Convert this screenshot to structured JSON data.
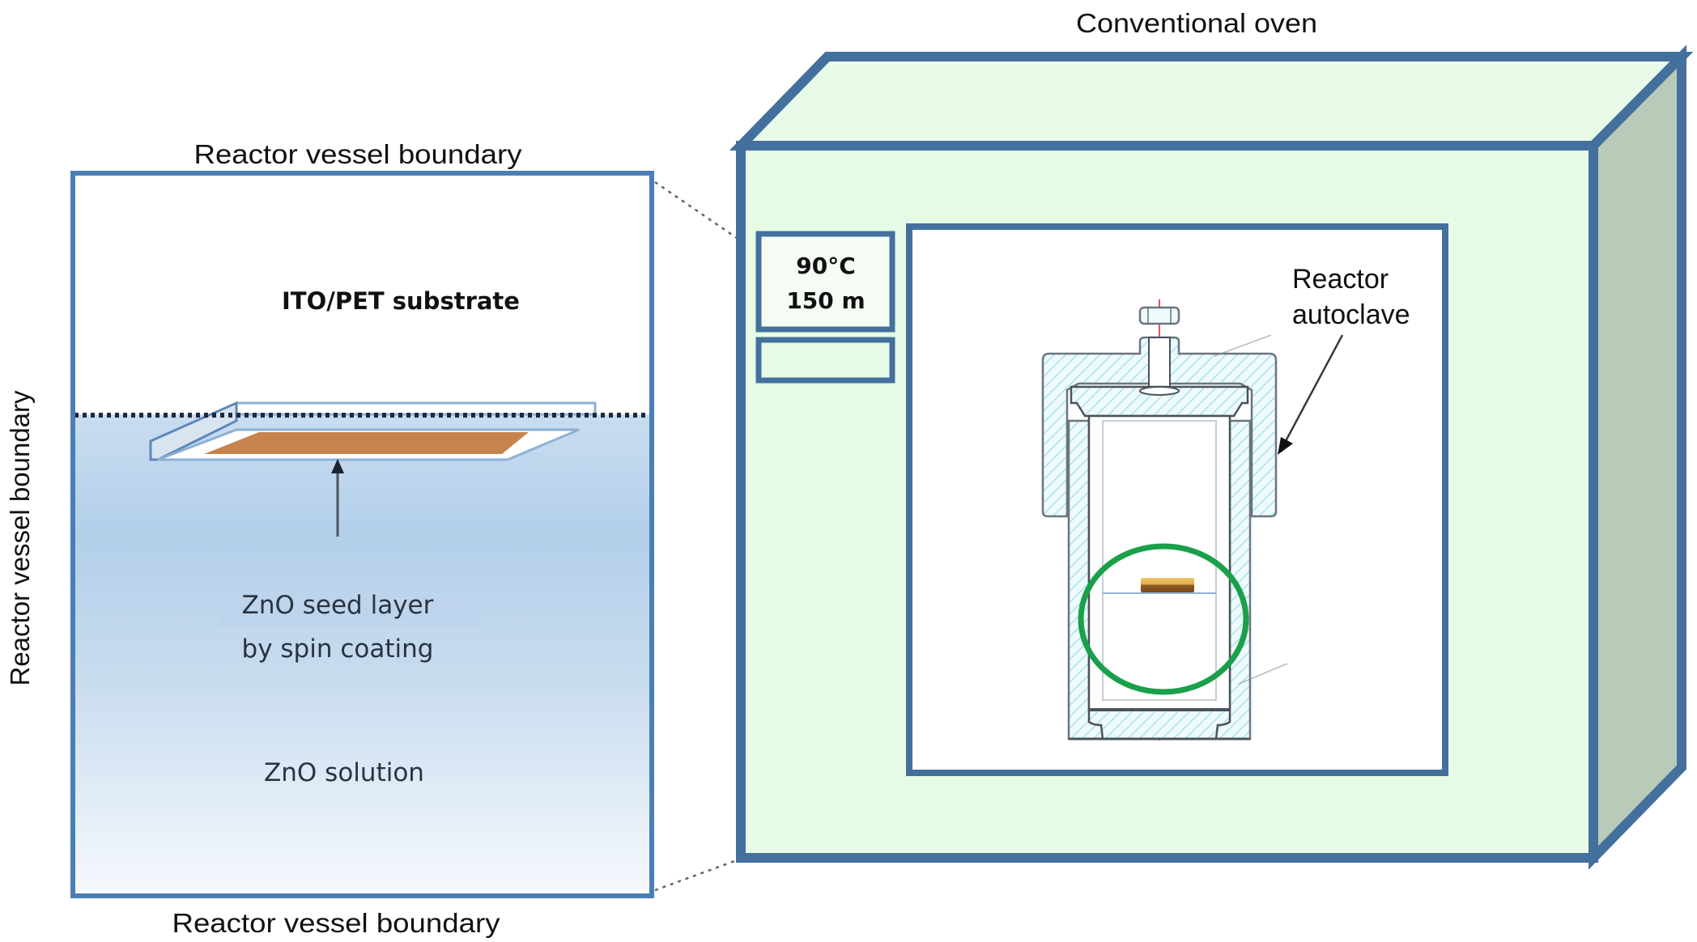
{
  "figure": {
    "title": "Conventional oven",
    "colors": {
      "outline_blue": "#44709e",
      "oven_face": "#e6fbe6",
      "oven_side": "#b9cbb8",
      "water_top": "#aecbe8",
      "water_bottom": "#f4f8fc",
      "seed_layer": "#c6834b",
      "circle_highlight": "#1aa04a",
      "hatch": "#7fd9e3",
      "centerline": "#e0556a",
      "sample_top": "#e8b84a",
      "sample_bottom": "#8a5a22"
    }
  },
  "vessel": {
    "label_top": "Reactor vessel boundary",
    "label_bottom": "Reactor vessel boundary",
    "label_left": "Reactor vessel boundary",
    "substrate_label": "ITO/PET substrate",
    "seed_label_line1": "ZnO seed layer",
    "seed_label_line2": "by spin coating",
    "solution_label": "ZnO solution"
  },
  "oven": {
    "label": "Conventional oven",
    "display": {
      "temperature": "90°C",
      "time": "150 m"
    },
    "autoclave_label_line1": "Reactor",
    "autoclave_label_line2": "autoclave"
  }
}
